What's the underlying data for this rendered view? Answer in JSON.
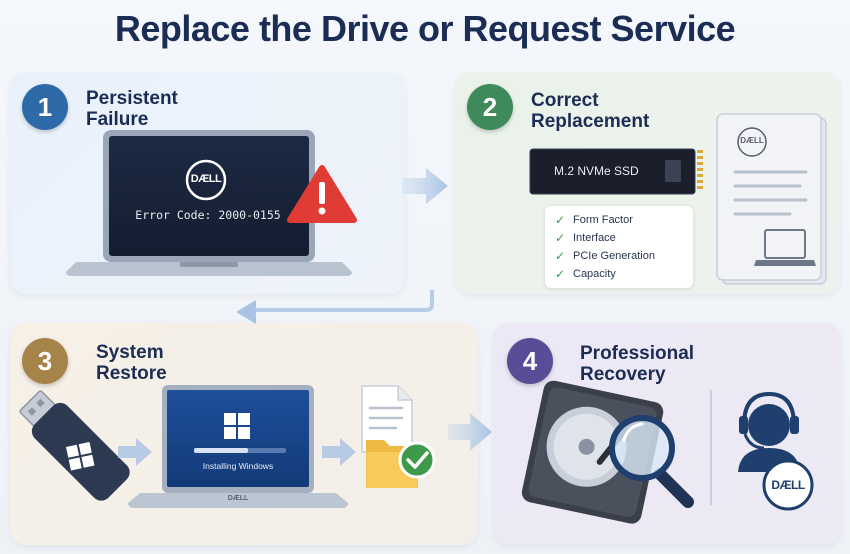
{
  "title": "Replace the Drive or Request Service",
  "colors": {
    "step1": "#2f6aa8",
    "step2": "#3e8a5a",
    "step3": "#a68449",
    "step4": "#5a4c97"
  },
  "steps": [
    {
      "number": "1",
      "line1": "Persistent",
      "line2": "Failure",
      "logo": "DÆLL",
      "error_text": "Error Code: 2000-0155",
      "icons": [
        "laptop-icon",
        "warning-icon"
      ]
    },
    {
      "number": "2",
      "line1": "Correct",
      "line2": "Replacement",
      "ssd_label": "M.2 NVMe SSD",
      "logo": "DÆLL",
      "checklist": [
        "Form Factor",
        "Interface",
        "PCIe Generation",
        "Capacity"
      ],
      "icons": [
        "ssd-icon",
        "document-icon",
        "laptop-icon"
      ]
    },
    {
      "number": "3",
      "line1": "System",
      "line2": "Restore",
      "install_text": "Installing Windows",
      "logo": "DÆLL",
      "icons": [
        "usb-drive-icon",
        "laptop-icon",
        "windows-logo-icon",
        "file-icon",
        "folder-icon",
        "check-icon"
      ]
    },
    {
      "number": "4",
      "line1": "Professional",
      "line2": "Recovery",
      "logo": "DÆLL",
      "icons": [
        "hard-drive-icon",
        "magnifier-icon",
        "support-agent-icon"
      ]
    }
  ]
}
